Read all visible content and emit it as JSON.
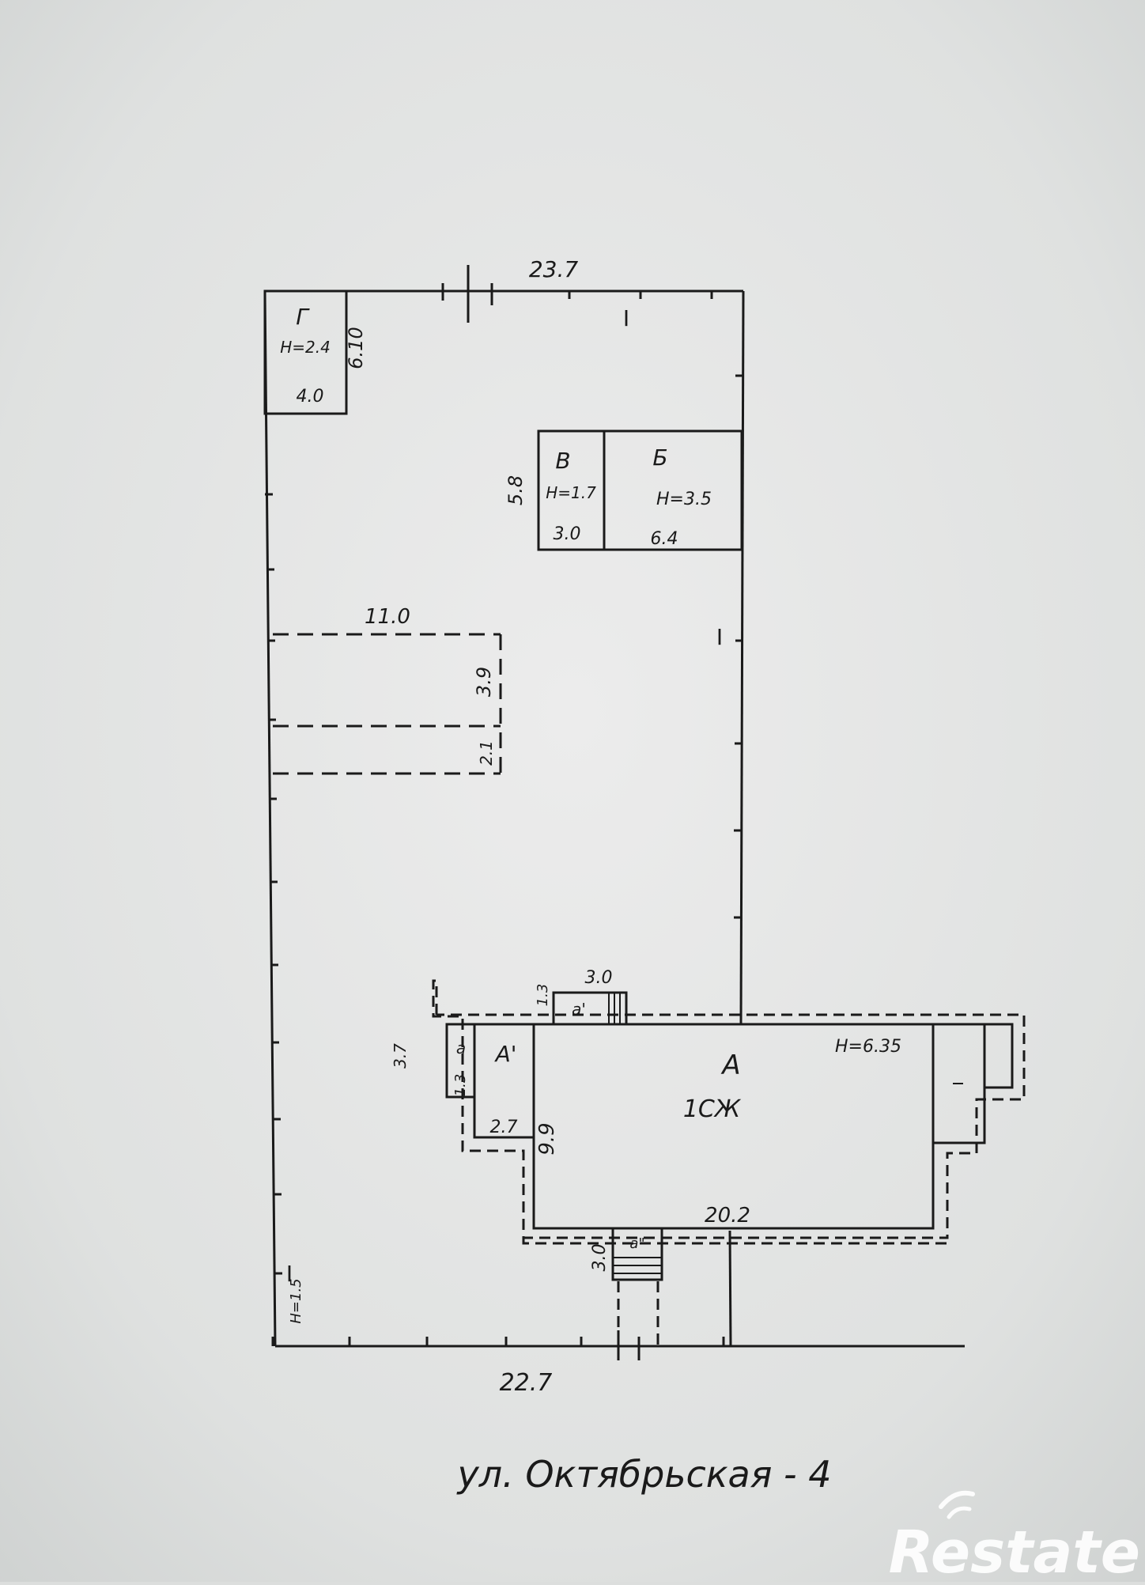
{
  "plan": {
    "dimensions": {
      "top_width": "23.7",
      "bottom_width": "22.7",
      "g_depth": "6.10",
      "v_depth": "5.8",
      "yard_width": "11.0",
      "yard_bay1": "3.9",
      "yard_bay2": "2.1",
      "a_length": "20.2",
      "a_depth": "9.9",
      "a1_width": "2.7",
      "annex_top_depth": "1.3",
      "annex_top_width": "3.0",
      "annex_bottom_depth": "3.0",
      "small_annex_a": "3.7",
      "small_annex_b": "1.3"
    },
    "buildings": {
      "g": {
        "letter": "Г",
        "height": "H=2.4",
        "width": "4.0"
      },
      "v": {
        "letter": "В",
        "height": "H=1.7",
        "width": "3.0"
      },
      "b": {
        "letter": "Б",
        "height": "H=3.5",
        "width": "6.4"
      },
      "a": {
        "letter": "А",
        "floors": "1СЖ",
        "height": "H=6.35"
      },
      "a1": {
        "letter": "А'"
      },
      "a_small": {
        "letter": "а"
      },
      "a_top": {
        "letter": "а'"
      },
      "a_bottom": {
        "letter": "а\""
      }
    },
    "fence_marks": {
      "top": "I",
      "right": "I",
      "left": "I",
      "left_height": "H=1.5"
    },
    "street_caption": "ул. Октябрьская - 4",
    "watermark": "Restate"
  }
}
